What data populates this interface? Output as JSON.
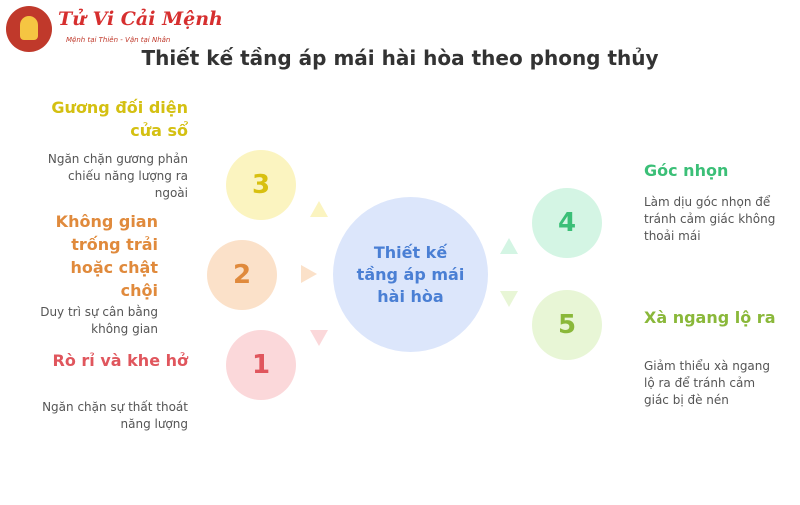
{
  "logo": {
    "brand": "Tử Vi Cải Mệnh",
    "tagline": "Mệnh tại Thiên - Vận tại Nhân"
  },
  "title": "Thiết kế tầng áp mái hài hòa theo phong thủy",
  "center": {
    "label": "Thiết kế tầng áp mái hài hòa"
  },
  "items": [
    {
      "number": "1",
      "title": "Rò rỉ và khe hở",
      "description": "Ngăn chặn sự thất thoát năng lượng",
      "color": "#e0565d"
    },
    {
      "number": "2",
      "title": "Không gian trống trải hoặc chật chội",
      "description": "Duy trì sự cân bằng không gian",
      "color": "#e08a3c"
    },
    {
      "number": "3",
      "title": "Gương đối diện cửa sổ",
      "description": "Ngăn chặn gương phản chiếu năng lượng ra ngoài",
      "color": "#d4c012"
    },
    {
      "number": "4",
      "title": "Góc nhọn",
      "description": "Làm dịu góc nhọn để tránh cảm giác không thoải mái",
      "color": "#3bbf77"
    },
    {
      "number": "5",
      "title": "Xà ngang lộ ra",
      "description": "Giảm thiểu xà ngang lộ ra để tránh cảm giác bị đè nén",
      "color": "#8ab83a"
    }
  ]
}
